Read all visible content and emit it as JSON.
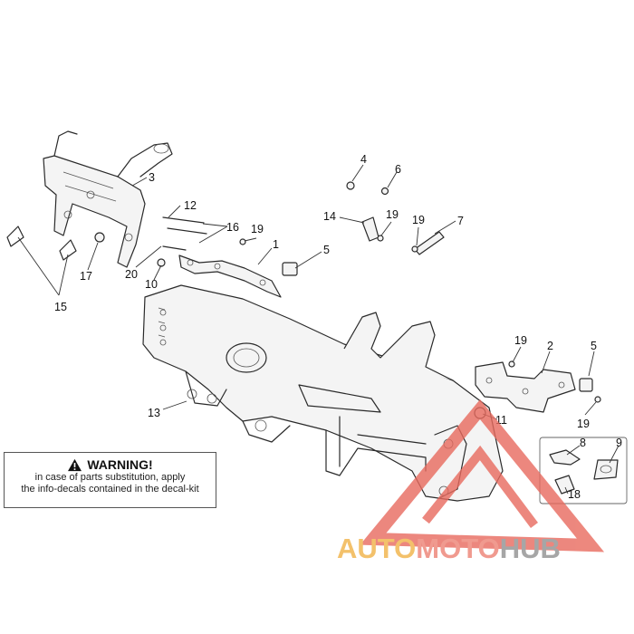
{
  "diagram": {
    "callouts": [
      "1",
      "2",
      "3",
      "4",
      "5",
      "5",
      "6",
      "7",
      "8",
      "9",
      "10",
      "11",
      "12",
      "13",
      "14",
      "15",
      "16",
      "17",
      "18",
      "19",
      "19",
      "19",
      "19",
      "19",
      "20"
    ]
  },
  "warning": {
    "title": "WARNING!",
    "line1": "in case of parts substitution, apply",
    "line2": "the info-decals contained in the decal-kit",
    "icon": "warning-triangle-icon"
  },
  "watermark": {
    "part1": "AUTO",
    "part2": "MOTO",
    "part3": "HUB",
    "logo": "triangle-logo-icon",
    "colors": {
      "auto": "#f3c16b",
      "moto": "#f09a8f",
      "hub": "#a6a6a6",
      "logo": "#e86a5e"
    }
  }
}
